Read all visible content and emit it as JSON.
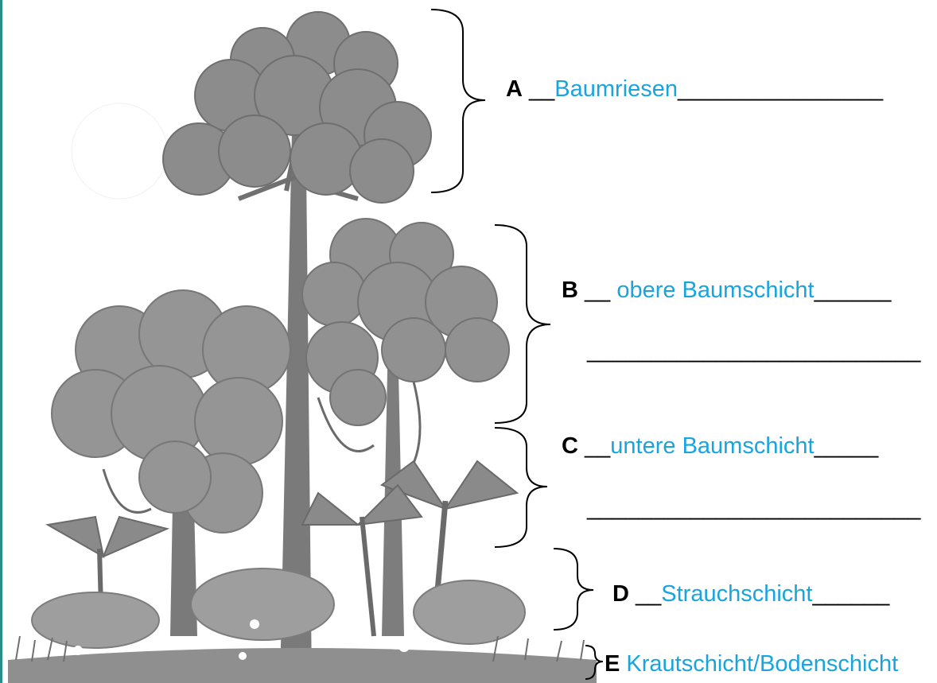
{
  "layers": [
    {
      "letter": "A",
      "prefix": " __",
      "answer": "Baumriesen",
      "suffix": "________________"
    },
    {
      "letter": "B",
      "prefix": " __ ",
      "answer": "obere Baumschicht",
      "suffix": "______",
      "extra_line": "__________________________"
    },
    {
      "letter": "C",
      "prefix": " __",
      "answer": "untere Baumschicht",
      "suffix": "_____",
      "extra_line": "__________________________"
    },
    {
      "letter": "D",
      "prefix": " __",
      "answer": "Strauchschicht",
      "suffix": "______"
    },
    {
      "letter": "E",
      "prefix": " ",
      "answer": "Krautschicht/Bodenschicht",
      "suffix": ""
    }
  ],
  "colors": {
    "answer": "#19a4de",
    "text": "#000000",
    "edge": "#2a8f86"
  }
}
